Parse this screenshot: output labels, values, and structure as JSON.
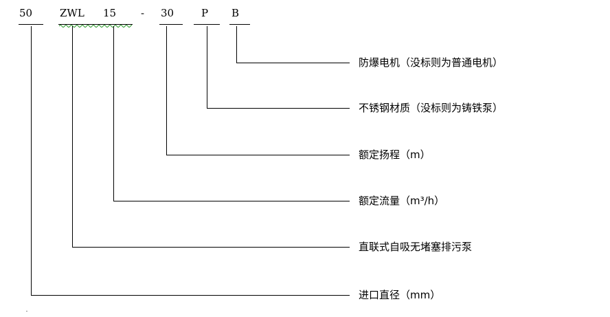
{
  "model_code": {
    "segments": [
      {
        "key": "inlet",
        "text": "50"
      },
      {
        "key": "series",
        "text": "ZWL"
      },
      {
        "key": "flow",
        "text": "15"
      },
      {
        "key": "separator",
        "text": "-"
      },
      {
        "key": "head",
        "text": "30"
      },
      {
        "key": "material",
        "text": "P"
      },
      {
        "key": "explosion",
        "text": "B"
      }
    ]
  },
  "descriptions": {
    "explosion": "防爆电机（没标则为普通电机）",
    "material": "不锈钢材质（没标则为铸铁泵）",
    "head": "额定扬程（m）",
    "flow": "额定流量（m³/h）",
    "series": "直联式自吸无堵塞排污泵",
    "inlet": "进口直径（mm）"
  },
  "colors": {
    "line": "#000000",
    "spellcheck": "#2e9b2e",
    "background": "#ffffff"
  }
}
